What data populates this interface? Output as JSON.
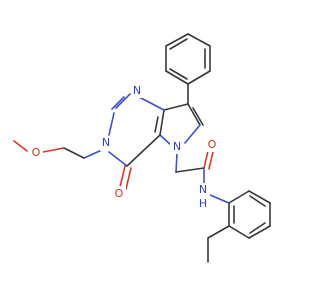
{
  "molecule": {
    "atoms": {
      "n1": "N",
      "n3": "N",
      "n5": "N",
      "nh": "N",
      "h": "H",
      "o_carbonyl_ring": "O",
      "o_amide": "O",
      "o_methoxy": "O"
    }
  }
}
